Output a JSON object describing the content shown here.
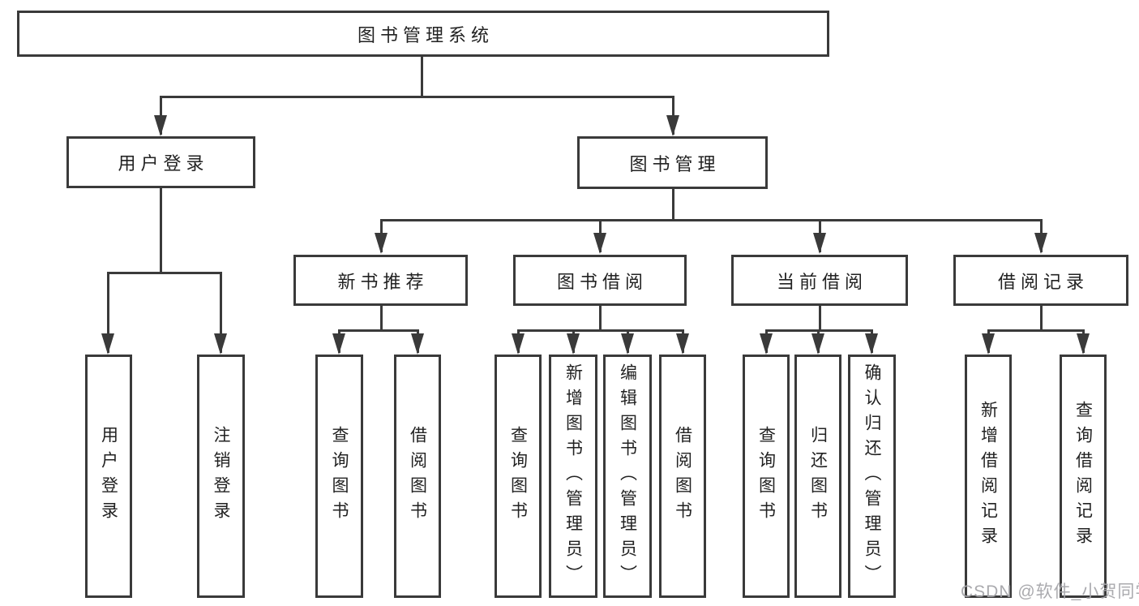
{
  "tree": {
    "label": "图书管理系统",
    "children": [
      {
        "label": "用户登录",
        "children": [
          {
            "label": "用户登录"
          },
          {
            "label": "注销登录"
          }
        ]
      },
      {
        "label": "图书管理",
        "children": [
          {
            "label": "新书推荐",
            "children": [
              {
                "label": "查询图书"
              },
              {
                "label": "借阅图书"
              }
            ]
          },
          {
            "label": "图书借阅",
            "children": [
              {
                "label": "查询图书"
              },
              {
                "label": "新增图书（管理员）"
              },
              {
                "label": "编辑图书（管理员）"
              },
              {
                "label": "借阅图书"
              }
            ]
          },
          {
            "label": "当前借阅",
            "children": [
              {
                "label": "查询图书"
              },
              {
                "label": "归还图书"
              },
              {
                "label": "确认归还（管理员）"
              }
            ]
          },
          {
            "label": "借阅记录",
            "children": [
              {
                "label": "新增借阅记录"
              },
              {
                "label": "查询借阅记录"
              }
            ]
          }
        ]
      }
    ]
  },
  "watermark": {
    "text": "CSDN @软件_小贺同学"
  },
  "colors": {
    "line": "#3a3a3a",
    "text": "#222222",
    "watermark": "#a5a5aa",
    "background": "#ffffff"
  }
}
